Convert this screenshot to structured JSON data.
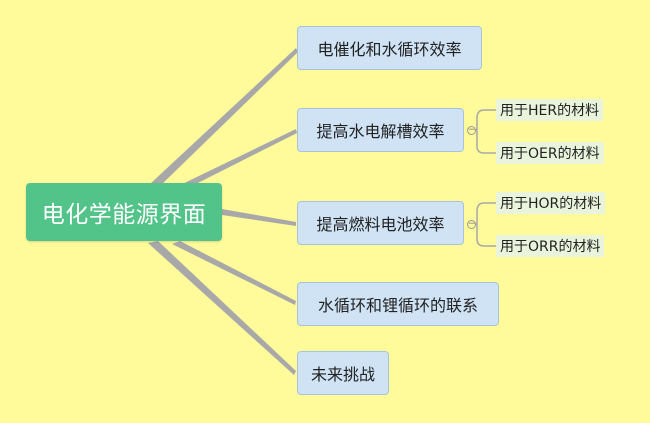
{
  "root": {
    "label": "电化学能源界面"
  },
  "topics": [
    {
      "label": "电催化和水循环效率",
      "children": []
    },
    {
      "label": "提高水电解槽效率",
      "children": [
        "用于HER的材料",
        "用于OER的材料"
      ]
    },
    {
      "label": "提高燃料电池效率",
      "children": [
        "用于HOR的材料",
        "用于ORR的材料"
      ]
    },
    {
      "label": "水循环和锂循环的联系",
      "children": []
    },
    {
      "label": "未来挑战",
      "children": []
    }
  ],
  "colors": {
    "background": "#FFFA9A",
    "root_fill": "#52C48A",
    "topic_fill": "#CFE3F5",
    "subtopic_fill": "#EAF4DC",
    "connector": "#A8A8A8"
  },
  "icons": {
    "collapse": "minus-circle-icon"
  }
}
